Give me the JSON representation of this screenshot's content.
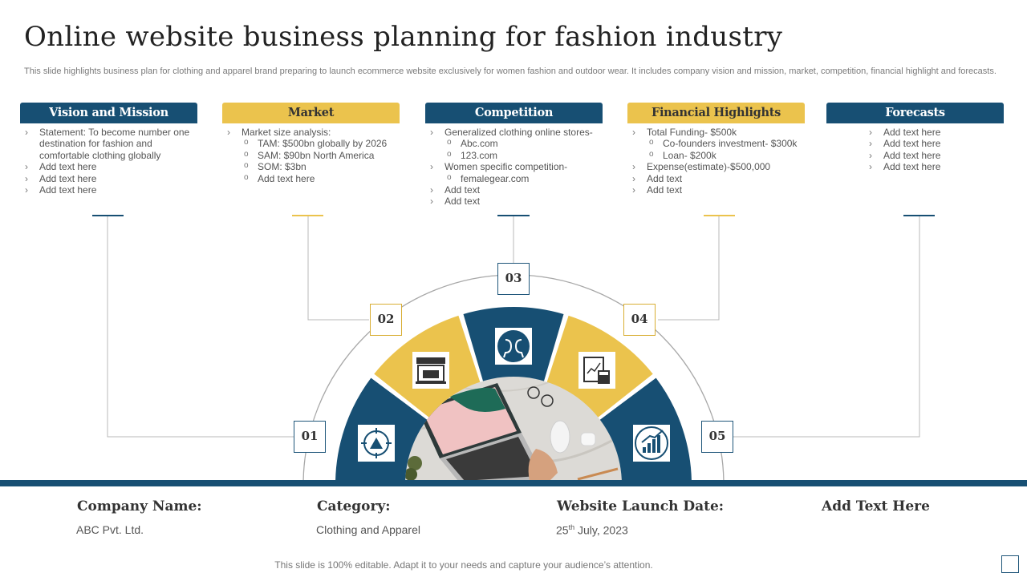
{
  "title": "Online website business planning for fashion industry",
  "subtitle": "This slide highlights business plan for clothing and apparel brand preparing to launch ecommerce website exclusively for women fashion and outdoor wear. It includes company vision and mission, market, competition, financial highlight and forecasts.",
  "colors": {
    "blue": "#174f73",
    "yellow": "#ebc34d"
  },
  "sections": [
    {
      "number": "01",
      "heading": "Vision and Mission",
      "color": "blue",
      "icon": "target-mountain-icon",
      "items": [
        {
          "level": 1,
          "text": "Statement: To become number one destination for fashion and comfortable clothing globally"
        },
        {
          "level": 1,
          "text": "Add text here"
        },
        {
          "level": 1,
          "text": "Add text here"
        },
        {
          "level": 1,
          "text": "Add text here"
        }
      ]
    },
    {
      "number": "02",
      "heading": "Market",
      "color": "yellow",
      "icon": "storefront-icon",
      "items": [
        {
          "level": 1,
          "text": "Market size analysis:"
        },
        {
          "level": 2,
          "text": "TAM:  $500bn globally by 2026"
        },
        {
          "level": 2,
          "text": "SAM:  $90bn North America"
        },
        {
          "level": 2,
          "text": "SOM:  $3bn"
        },
        {
          "level": 2,
          "text": "Add text here"
        }
      ]
    },
    {
      "number": "03",
      "heading": "Competition",
      "color": "blue",
      "icon": "face-to-face-icon",
      "items": [
        {
          "level": 1,
          "text": "Generalized clothing online stores-"
        },
        {
          "level": 2,
          "text": "Abc.com"
        },
        {
          "level": 2,
          "text": "123.com"
        },
        {
          "level": 1,
          "text": "Women specific competition-"
        },
        {
          "level": 2,
          "text": "femalegear.com"
        },
        {
          "level": 1,
          "text": "Add text"
        },
        {
          "level": 1,
          "text": "Add text"
        }
      ]
    },
    {
      "number": "04",
      "heading": "Financial Highlights",
      "color": "yellow",
      "icon": "financial-report-icon",
      "items": [
        {
          "level": 1,
          "text": "Total Funding- $500k"
        },
        {
          "level": 2,
          "text": "Co-founders investment- $300k"
        },
        {
          "level": 2,
          "text": "Loan- $200k"
        },
        {
          "level": 1,
          "text": "Expense(estimate)-$500,000"
        },
        {
          "level": 1,
          "text": "Add text"
        },
        {
          "level": 1,
          "text": "Add text"
        }
      ]
    },
    {
      "number": "05",
      "heading": "Forecasts",
      "color": "blue",
      "icon": "growth-chart-icon",
      "items": [
        {
          "level": 1,
          "text": "Add text here"
        },
        {
          "level": 1,
          "text": "Add text here"
        },
        {
          "level": 1,
          "text": "Add text here"
        },
        {
          "level": 1,
          "text": "Add text here"
        }
      ]
    }
  ],
  "info": [
    {
      "label": "Company Name:",
      "value": "ABC Pvt. Ltd."
    },
    {
      "label": "Category:",
      "value": "Clothing and Apparel"
    },
    {
      "label": "Website Launch Date:",
      "value_day": "25",
      "value_suffix": "th",
      "value_rest": " July, 2023"
    },
    {
      "label": "Add Text Here",
      "value": ""
    }
  ],
  "footer": "This slide is 100% editable. Adapt it to your needs and capture your audience’s attention."
}
